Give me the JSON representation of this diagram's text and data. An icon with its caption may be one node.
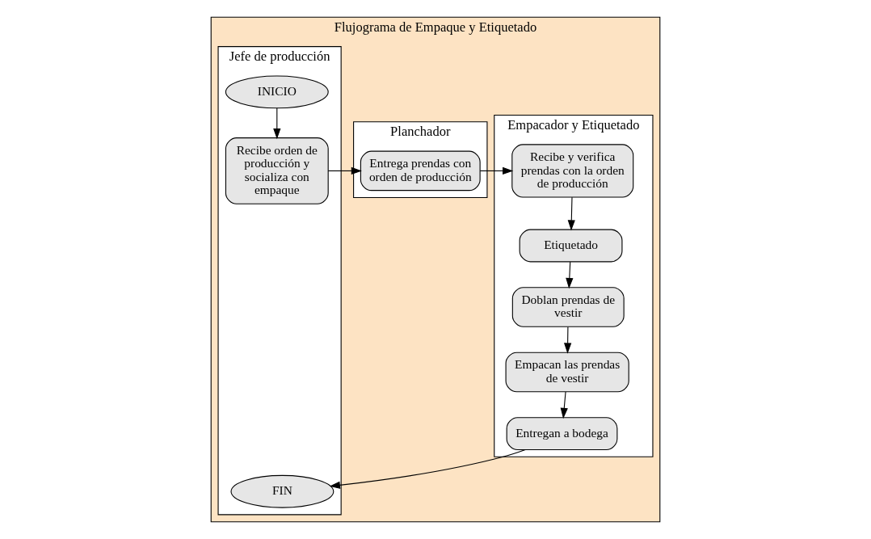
{
  "diagram": {
    "nodes": [
      {
        "text": [
          "Flujograma de Empaque y Etiquetado"
        ]
      },
      {
        "text": [
          "Jefe de producción"
        ],
        "in": 0
      },
      {
        "text": [
          "Planchador"
        ],
        "in": 0
      },
      {
        "text": [
          "Empacador y Etiquetado"
        ],
        "in": 0
      },
      {
        "text": [
          "INICIO"
        ],
        "in": 1
      },
      {
        "text": [
          "Recibe orden de producción y socializa con empaque"
        ],
        "in": 1
      },
      {
        "text": [
          "FIN"
        ],
        "in": 1
      },
      {
        "text": [
          "Entrega prendas con orden de producción"
        ],
        "in": 2
      },
      {
        "text": [
          "Recibe y verifica prendas con la orden de producción"
        ],
        "in": 3
      },
      {
        "text": [
          "Etiquetado"
        ],
        "in": 3
      },
      {
        "text": [
          "Doblan prendas de vestir"
        ],
        "in": 3
      },
      {
        "text": [
          "Empacan las prendas de vestir"
        ],
        "in": 3
      },
      {
        "text": [
          "Entregan a bodega"
        ],
        "in": 3
      }
    ],
    "edges": [
      {
        "from": 4,
        "to": 5,
        "arrow": "to"
      },
      {
        "from": 5,
        "to": 7,
        "arrow": "to"
      },
      {
        "from": 7,
        "to": 8,
        "arrow": "to"
      },
      {
        "from": 8,
        "to": 9,
        "arrow": "to"
      },
      {
        "from": 9,
        "to": 10,
        "arrow": "to"
      },
      {
        "from": 10,
        "to": 11,
        "arrow": "to"
      },
      {
        "from": 11,
        "to": 12,
        "arrow": "to"
      },
      {
        "from": 12,
        "to": 6,
        "arrow": "to"
      }
    ]
  }
}
